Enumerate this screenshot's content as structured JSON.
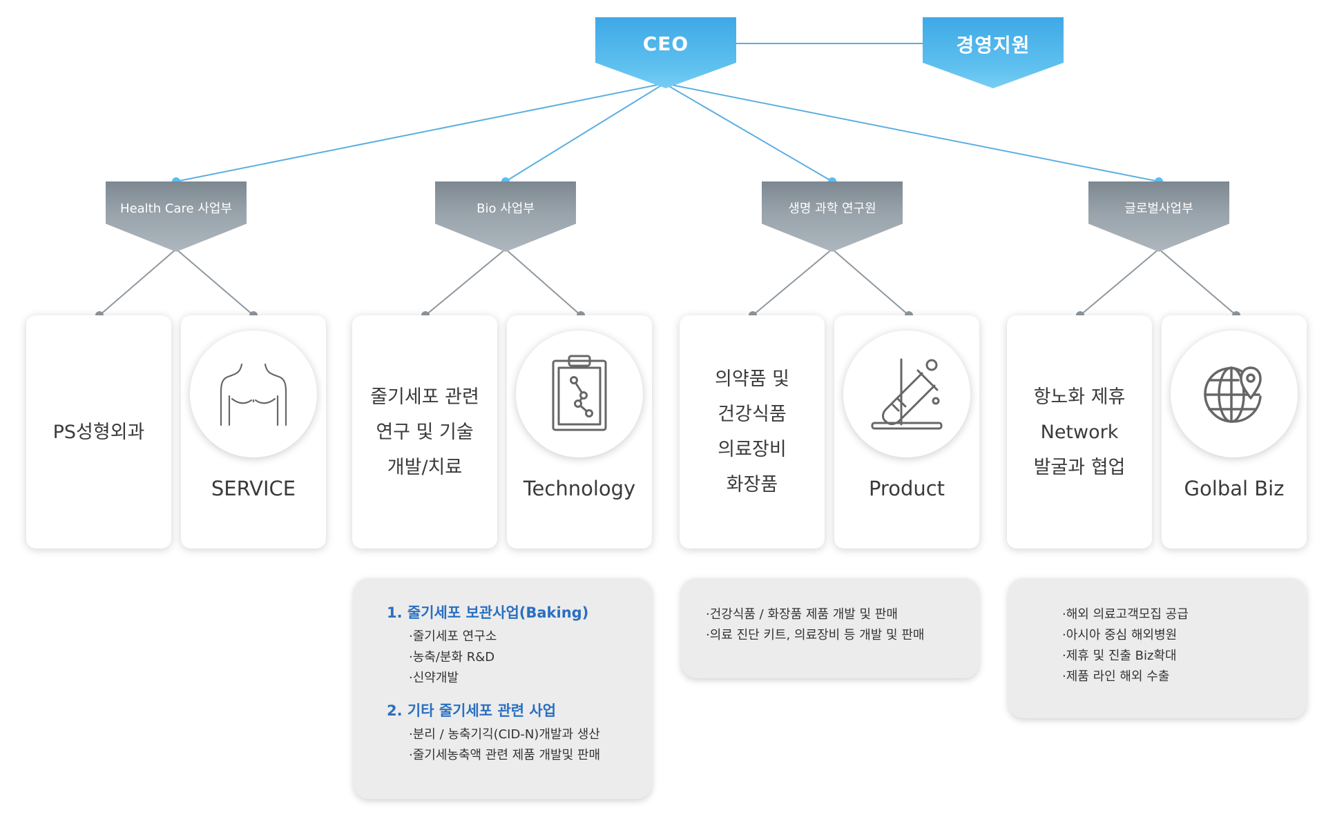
{
  "colors": {
    "accent_blue": "#5bbdee",
    "heading_blue": "#2a6fc0",
    "division_grey": "#98a2aa",
    "line_blue": "#5aaee0",
    "line_grey": "#8e979e",
    "detail_bg": "#ececec"
  },
  "top": {
    "ceo": "CEO",
    "support": "경영지원"
  },
  "divisions": [
    {
      "label": "Health Care 사업부"
    },
    {
      "label": "Bio 사업부"
    },
    {
      "label": "생명 과학 연구원"
    },
    {
      "label": "글로벌사업부"
    }
  ],
  "cards": {
    "healthcare_text": "PS성형외과",
    "healthcare_icon": {
      "icon": "body-torso-icon",
      "label": "SERVICE"
    },
    "bio_text": "줄기세포 관련\n연구 및 기술\n개발/치료",
    "bio_icon": {
      "icon": "clipboard-molecule-icon",
      "label": "Technology"
    },
    "life_text": "의약품 및\n건강식품\n의료장비\n화장품",
    "life_icon": {
      "icon": "test-tube-icon",
      "label": "Product"
    },
    "global_text": "항노화 제휴\nNetwork\n발굴과 협업",
    "global_icon": {
      "icon": "globe-pin-icon",
      "label": "Golbal Biz"
    }
  },
  "details": {
    "bio": {
      "heading1": "1. 줄기세포 보관사업(Baking)",
      "items1": [
        "·줄기세포 연구소",
        "·농축/분화 R&D",
        "·신약개발"
      ],
      "heading2": "2. 기타 줄기세포 관련 사업",
      "items2": [
        "·분리 / 농축기긱(CID-N)개발과 생산",
        "·줄기세농축액 관련 제품 개발및 판매"
      ]
    },
    "life": {
      "items": [
        "·건강식품 / 화장품 제품 개발 및 판매",
        "·의료 진단 키트, 의료장비 등 개발 및 판매"
      ]
    },
    "global": {
      "items": [
        "·해외 의료고객모집 공급",
        "·아시아 중심 해외병원",
        "·제휴 및 진출 Biz확대",
        "·제품 라인 해외 수출"
      ]
    }
  }
}
